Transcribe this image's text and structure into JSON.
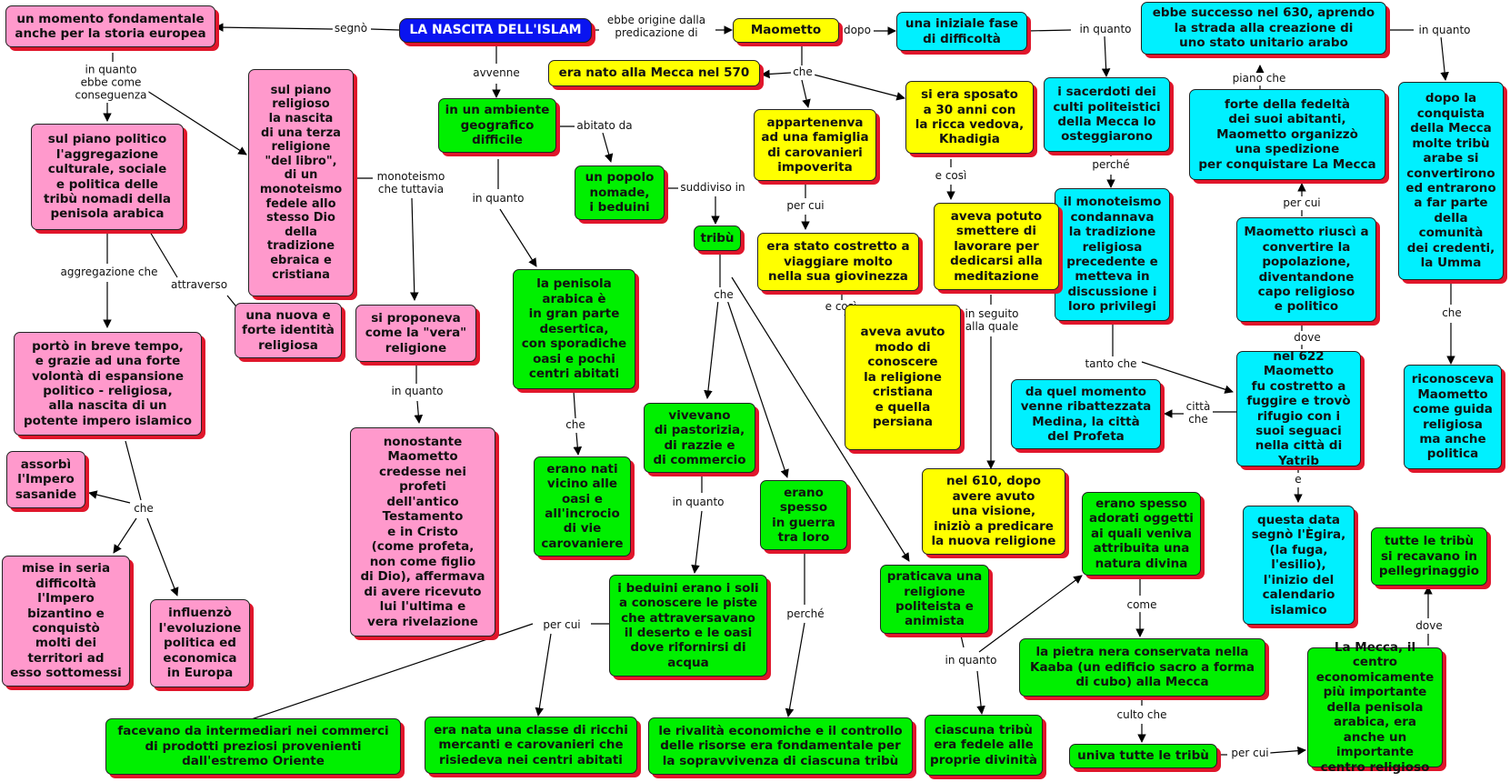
{
  "nodes": {
    "title": "LA NASCITA DELL'ISLAM",
    "momento": "un momento fondamentale\nanche per la storia europea",
    "maometto": "Maometto",
    "iniziale": "una iniziale fase\ndi difficoltà",
    "successo630": "ebbe successo nel 630, aprendo\nla strada alla creazione di\nuno stato unitario arabo",
    "nato570": "era nato alla Mecca nel 570",
    "ambiente": "in un ambiente\ngeografico\ndifficile",
    "piano_religioso": "sul piano\nreligioso\nla nascita\ndi una terza\nreligione\n\"del libro\",\ndi un\nmonoteismo\nfedele allo\nstesso Dio\ndella\ntradizione\nebraica e\ncristiana",
    "piano_politico": "sul piano politico\nl'aggregazione\nculturale, sociale\ne politica delle\ntribù nomadi della\npenisola arabica",
    "popolo": "un popolo\nnomade,\ni beduini",
    "tribu": "tribù",
    "famiglia": "appartenenva\nad una famiglia\ndi carovanieri\nimpoverita",
    "sposato": "si era sposato\na 30 anni con\nla ricca vedova,\nKhadigia",
    "sacerdoti": "i sacerdoti dei\nculti politeistici\ndella Mecca lo\nosteggiarono",
    "fedelta": "forte della fedeltà\ndei suoi abitanti,\nMaometto organizzò\nuna spedizione\nper conquistare La Mecca",
    "conquista": "dopo la\nconquista\ndella Mecca\nmolte tribù\narabe si\nconvertirono\ned entrarono\na far parte\ndella\ncomunità\ndei credenti,\nla Umma",
    "monoteismo_cond": "il monoteismo\ncondannava\nla tradizione\nreligiosa\nprecedente e\nmetteva in\ndiscussione i\nloro privilegi",
    "viaggiare": "era stato costretto a\nviaggiare molto\nnella sua giovinezza",
    "smettere": "aveva potuto\nsmettere di\nlavorare per\ndedicarsi alla\nmeditazione",
    "convertire": "Maometto riuscì a\nconvertire la\npopolazione,\ndiventandone\ncapo religioso\ne politico",
    "penisola": "la penisola\narabica è\nin gran parte\ndesertica,\ncon sporadiche\noasi e pochi\ncentri abitati",
    "proponeva": "si proponeva\ncome la \"vera\"\nreligione",
    "identita": "una nuova e\nforte identità\nreligiosa",
    "impero": "portò in breve tempo,\ne grazie ad una forte\nvolontà di espansione\npolitico - religiosa,\nalla nascita di un\npotente impero islamico",
    "aveva_avuto": "aveva avuto\nmodo di\nconoscere\nla religione\ncristiana\ne quella\npersiana",
    "nel622": "nel 622 Maometto\nfu costretto a\nfuggire e trovò\nrifugio con i\nsuoi seguaci\nnella città di\nYatrib",
    "medina": "da quel momento\nvenne ribattezzata\nMedina, la città\ndel Profeta",
    "riconosceva": "riconosceva\nMaometto\ncome guida\nreligiosa\nma anche\npolitica",
    "pastorizia": "vivevano\ndi pastorizia,\ndi razzie e\ndi commercio",
    "erano_nati": "erano nati\nvicino alle\noasi e\nall'incrocio\ndi vie\ncarovaniere",
    "guerra": "erano\nspesso\nin guerra\ntra loro",
    "nonostante": "nonostante\nMaometto\ncredesse nei\nprofeti\ndell'antico\nTestamento\ne in Cristo\n(come profeta,\nnon come figlio\ndi Dio), affermava\ndi avere ricevuto\nlui l'ultima e\nvera rivelazione",
    "assorbi": "assorbì\nl'Impero\nsasanide",
    "nel610": "nel 610, dopo\navere avuto\nuna visione,\niniziò a predicare\nla nuova religione",
    "egira": "questa data\nsegnò l'Ègira,\n(la fuga,\nl'esilio),\nl'inizio del\ncalendario\nislamico",
    "oggetti": "erano spesso\nadorati oggetti\nai quali veniva\nattribuita una\nnatura divina",
    "pellegrinaggio": "tutte le tribù\nsi recavano in\npellegrinaggio",
    "politeista": "praticava una\nreligione\npoliteista e\nanimista",
    "bizantino": "mise in seria\ndifficoltà\nl'Impero\nbizantino e\nconquistò\nmolti dei\nterritori ad\nesso sottomessi",
    "influenzo": "influenzò\nl'evoluzione\npolitica ed\neconomica\nin Europa",
    "beduini_piste": "i beduini erano i soli\na conoscere le piste\nche attraversavano\nil deserto e le oasi\ndove rifornirsi di\nacqua",
    "pietra": "la pietra nera conservata  nella\nKaaba (un edificio sacro a forma\ndi cubo) alla Mecca",
    "centro": "La Mecca, il centro\neconomicamente\npiù importante\ndella penisola\narabica, era\nanche un importante\ncentro religioso",
    "ciascuna": "ciascuna tribù\nera fedele alle\nproprie divinità",
    "intermediari": "facevano da intermediari nei commerci\ndi prodotti preziosi provenienti\ndall'estremo Oriente",
    "classe": "era nata una classe di ricchi\nmercanti e carovanieri che\nrisiedeva nei centri abitati",
    "rivalita": "le rivalità economiche e il controllo\ndelle risorse era fondamentale per\nla sopravvivenza di ciascuna tribù",
    "univa": "univa tutte le tribù"
  },
  "links": {
    "segno": "segnò",
    "ebbe_origine": "ebbe origine dalla\npredicazione di",
    "dopo": "dopo",
    "in_quanto_top": "in quanto",
    "in_quanto_right": "in quanto",
    "che_maometto": "che",
    "avvenne": "avvenne",
    "in_quanto_conseguenza": "in quanto\nebbe come\nconseguenza",
    "abitato_da": "abitato da",
    "suddiviso_in": "suddiviso in",
    "piano_che": "piano che",
    "perche_sac": "perché",
    "per_cui_fam": "per cui",
    "e_cosi_sposato": "e così",
    "per_cui_conv": "per cui",
    "in_quanto_amb": "in quanto",
    "monoteismo_che": "monoteismo\nche tuttavia",
    "che_tribu": "che",
    "aggregazione_che": "aggregazione che",
    "attraverso": "attraverso",
    "e_cosi_viagg": "e così",
    "in_seguito": "in seguito\nalla quale",
    "che_conquista": "che",
    "dove_622": "dove",
    "tanto_che": "tanto che",
    "in_quanto_prop": "in quanto",
    "citta_che": "città\nche",
    "che_penisola": "che",
    "e_622": "e",
    "in_quanto_past": "in quanto",
    "che_impero": "che",
    "come": "come",
    "perche_guerra": "perché",
    "per_cui_bed": "per cui",
    "dove_mecca": "dove",
    "in_quanto_pol": "in quanto",
    "culto_che": "culto che",
    "per_cui_univa": "per cui"
  }
}
